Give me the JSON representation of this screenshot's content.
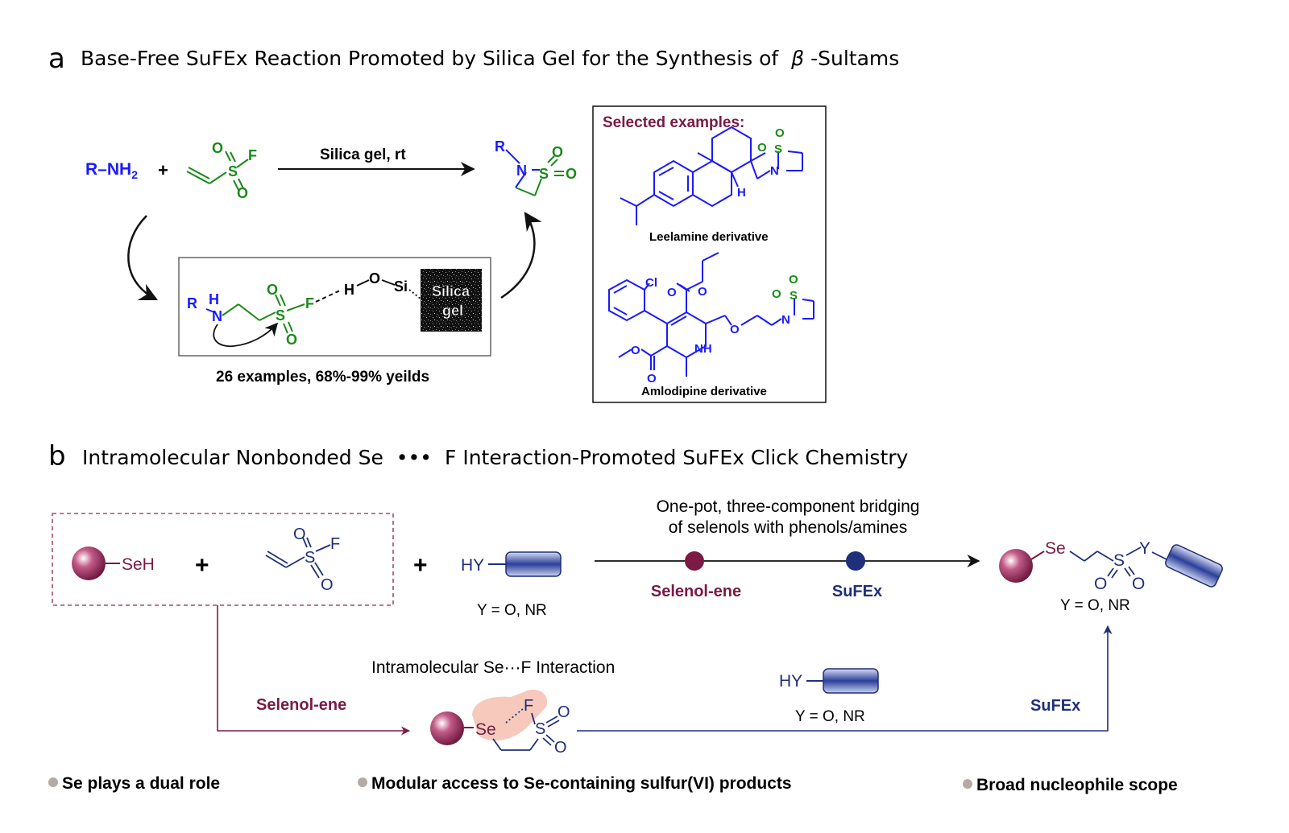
{
  "colors": {
    "blue": "#1a1aff",
    "green": "#1a8a1a",
    "maroon": "#7a1a45",
    "navy": "#1f2f7a",
    "black": "#111111",
    "grey_bullet": "#b3aaa5",
    "highlight": "#f3b7a6"
  },
  "panel_a": {
    "letter": "a",
    "title": "Base-Free SuFEx Reaction Promoted by Silica Gel for the Synthesis of",
    "title_greek": "β",
    "title_suffix": "-Sultams",
    "reagent_amine": "R–NH",
    "reagent_amine_sub": "2",
    "plus": "+",
    "atom_S": "S",
    "atom_O": "O",
    "atom_F": "F",
    "atom_N": "N",
    "atom_R": "R",
    "atom_H": "H",
    "atom_Si": "Si",
    "condition": "Silica gel, rt",
    "silica_label_1": "Silica",
    "silica_label_2": "gel",
    "yield_text": "26 examples, 68%-99% yeilds",
    "examples_title": "Selected examples:",
    "example1": "Leelamine derivative",
    "example2": "Amlodipine derivative",
    "atom_Cl": "Cl",
    "atom_NH": "NH"
  },
  "panel_b": {
    "letter": "b",
    "title_left": "Intramolecular Nonbonded Se",
    "title_dots": "•••",
    "title_right": "F Interaction-Promoted SuFEx Click Chemistry",
    "seh": "SeH",
    "plus": "+",
    "hy": "HY",
    "y_def": "Y = O, NR",
    "arrow_text_1": "One-pot, three-component bridging",
    "arrow_text_2": "of selenols with phenols/amines",
    "selenol_ene": "Selenol-ene",
    "sufex": "SuFEx",
    "atom_Se": "Se",
    "atom_S": "S",
    "atom_O": "O",
    "atom_F": "F",
    "atom_Y": "Y",
    "intramolecular": "Intramolecular Se···F Interaction",
    "bullets": [
      "Se plays a dual role",
      "Modular access to Se-containing sulfur(VI) products",
      "Broad nucleophile scope"
    ]
  }
}
